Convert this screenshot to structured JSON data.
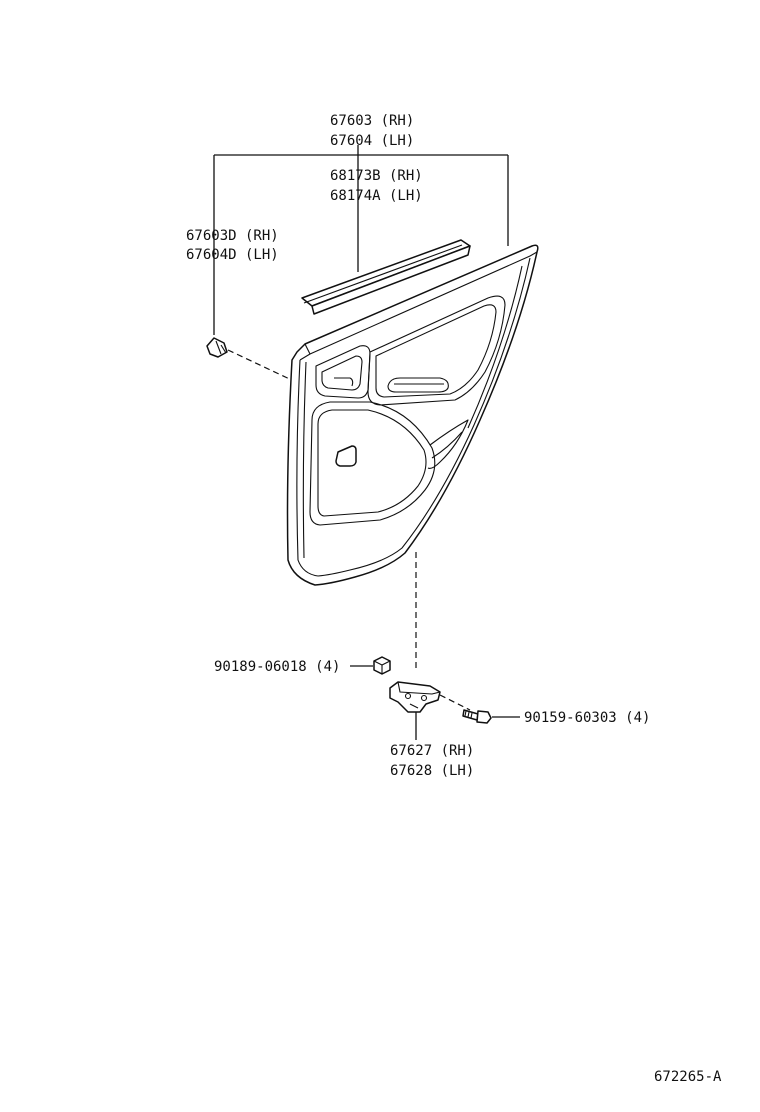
{
  "callouts": {
    "door_trim_board": {
      "rh": "67603 (RH)",
      "lh": "67604 (LH)"
    },
    "weatherstrip": {
      "rh": "68173B (RH)",
      "lh": "68174A (LH)"
    },
    "clip": {
      "rh": "67603D (RH)",
      "lh": "67604D (LH)"
    },
    "nut": {
      "text": "90189-06018 (4)"
    },
    "screw": {
      "text": "90159-60303 (4)"
    },
    "bracket": {
      "rh": "67627 (RH)",
      "lh": "67628 (LH)"
    }
  },
  "diagram_id": "672265-A",
  "line_color": "#111111",
  "background_color": "#ffffff"
}
